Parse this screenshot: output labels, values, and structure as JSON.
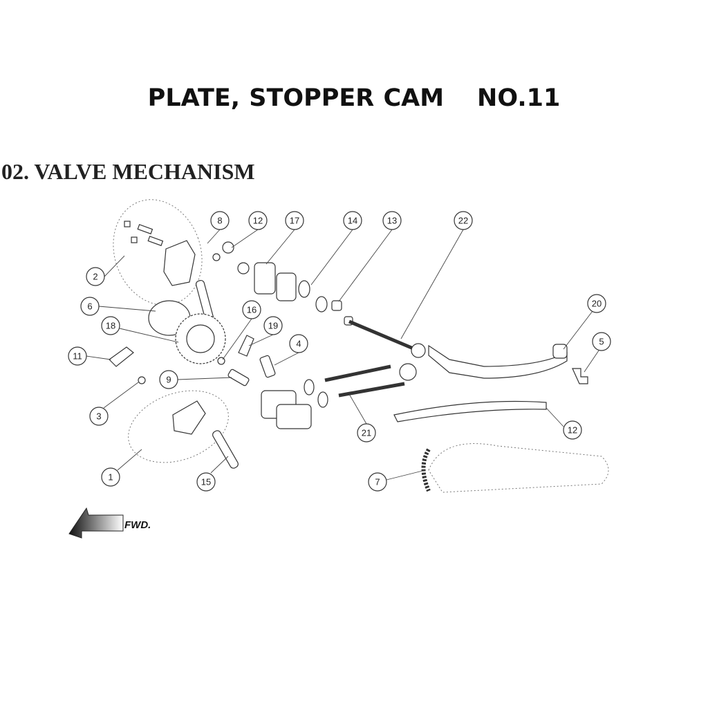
{
  "header": {
    "title": "PLATE, STOPPER CAM",
    "number": "NO.11"
  },
  "section_title": "02. VALVE MECHANISM",
  "callouts": [
    "8",
    "12",
    "17",
    "14",
    "13",
    "22",
    "2",
    "6",
    "20",
    "16",
    "19",
    "18",
    "5",
    "4",
    "11",
    "9",
    "3",
    "12",
    "21",
    "1",
    "15",
    "7"
  ],
  "direction_label": "FWD."
}
